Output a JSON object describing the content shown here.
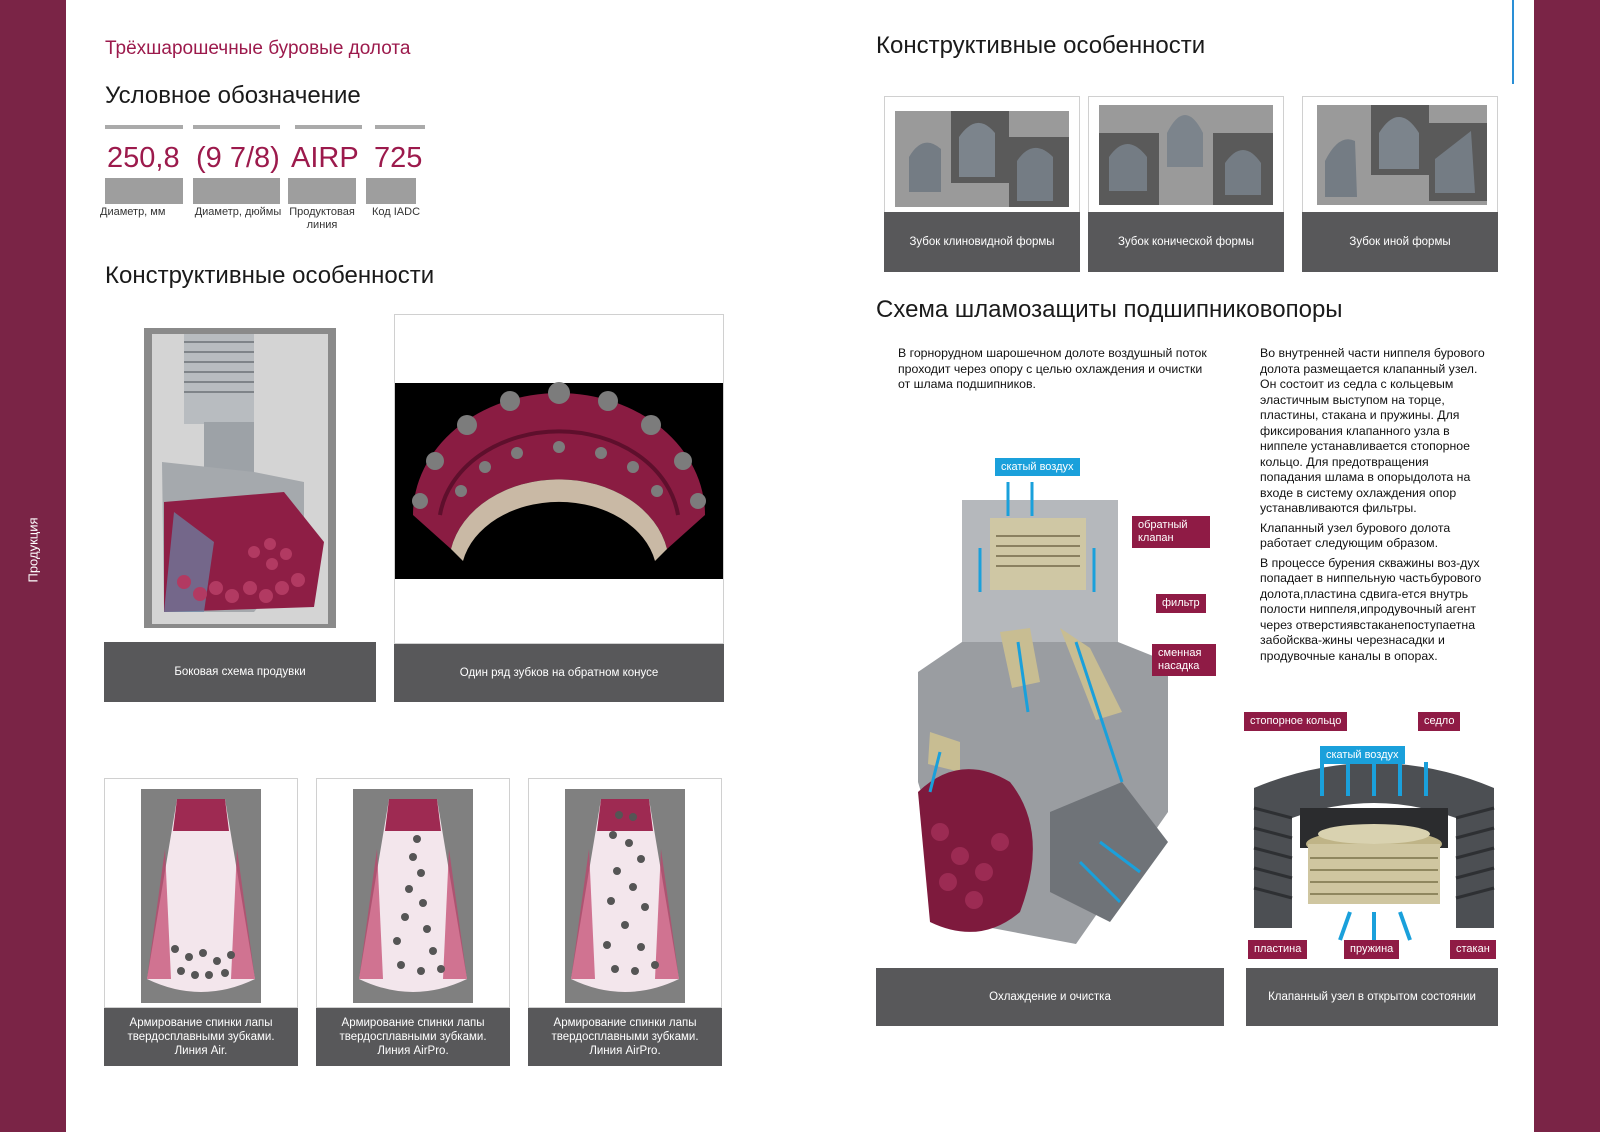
{
  "sidebar": {
    "label": "Продукция"
  },
  "left": {
    "kicker": "Трёхшарошечные буровые долота",
    "designation_title": "Условное обозначение",
    "code": [
      {
        "value": "250,8",
        "label": "Диаметр, мм"
      },
      {
        "value": "(9 7/8)",
        "label": "Диаметр, дюймы"
      },
      {
        "value": "AIRP",
        "label": "Продуктовая линия"
      },
      {
        "value": "725",
        "label": "Код IADC"
      }
    ],
    "features_title": "Конструктивные особенности",
    "figures": [
      {
        "caption": "Боковая схема продувки"
      },
      {
        "caption": "Один ряд зубков на обратном конусе"
      }
    ],
    "legs": [
      {
        "caption_l1": "Армирование спинки лапы",
        "caption_l2": "твердосплавными зубками.",
        "caption_l3": "Линия Air."
      },
      {
        "caption_l1": "Армирование спинки лапы",
        "caption_l2": "твердосплавными зубками.",
        "caption_l3": "Линия AirPro."
      },
      {
        "caption_l1": "Армирование спинки лапы",
        "caption_l2": "твердосплавными зубками.",
        "caption_l3": "Линия AirPro."
      }
    ]
  },
  "right": {
    "features_title": "Конструктивные особенности",
    "teeth": [
      {
        "caption": "Зубок клиновидной формы"
      },
      {
        "caption": "Зубок конической формы"
      },
      {
        "caption": "Зубок иной формы"
      }
    ],
    "scheme_title": "Схема шламозащиты подшипниковопоры",
    "para1": "В горнорудном шарошечном долоте воздушный поток проходит через опору с целью охлаждения и очистки от шлама подшипников.",
    "para2": "Во внутренней части ниппеля бурового долота размещается клапанный узел. Он состоит из седла с кольцевым эластичным выступом на торце, пластины, стакана и пружины. Для фиксирования клапанного узла в ниппеле устанавливается стопорное кольцо. Для предотвращения попадания шлама в опорыдолота на входе в систему охлаждения опор устанавливаются фильтры.",
    "para3": "Клапанный узел бурового долота работает следующим образом.",
    "para4": "В процессе бурения скважины воз-дух попадает в ниппельную частьбурового долота,пластина сдвига-ется внутрь полости ниппеля,ипродувочный агент через отверстиявстаканепоступаетна забойсква-жины черезнасадки и продувочные каналы в опорах.",
    "diagram1": {
      "air_label": "скатый воздух",
      "check_valve": "обратный клапан",
      "filter": "фильтр",
      "nozzle": "сменная насадка",
      "caption": "Охлаждение и очистка"
    },
    "diagram2": {
      "ring": "стопорное кольцо",
      "seat": "седло",
      "air_label": "скатый воздух",
      "plate": "пластина",
      "spring": "пружина",
      "cup": "стакан",
      "caption": "Клапанный узел в открытом состоянии"
    }
  }
}
